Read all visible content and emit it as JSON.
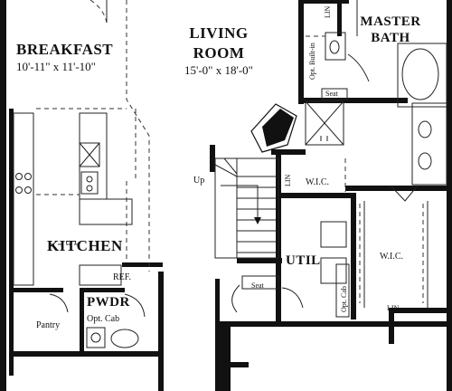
{
  "rooms": {
    "breakfast": {
      "name": "BREAKFAST",
      "dims": "10'-11\" x 11'-10\""
    },
    "living": {
      "name_line1": "LIVING",
      "name_line2": "ROOM",
      "dims": "15'-0\" x 18'-0\""
    },
    "master_bath": {
      "name_line1": "MASTER",
      "name_line2": "BATH"
    },
    "kitchen": {
      "name": "KITCHEN"
    },
    "util": {
      "name": "UTIL"
    },
    "pwdr": {
      "name": "PWDR"
    },
    "wic_small": {
      "name": "W.I.C."
    },
    "wic_large": {
      "name": "W.I.C."
    }
  },
  "labels": {
    "ref": "REF.",
    "pantry": "Pantry",
    "opt_cab_pwdr": "Opt. Cab",
    "opt_cab_util": "Opt. Cab",
    "seat_bath": "Seat",
    "seat_util": "Seat",
    "up": "Up",
    "lin_top": "LIN",
    "lin_stair": "LIN",
    "lin_bottom": "LIN",
    "opt_built_in": "Opt. Built-in"
  }
}
